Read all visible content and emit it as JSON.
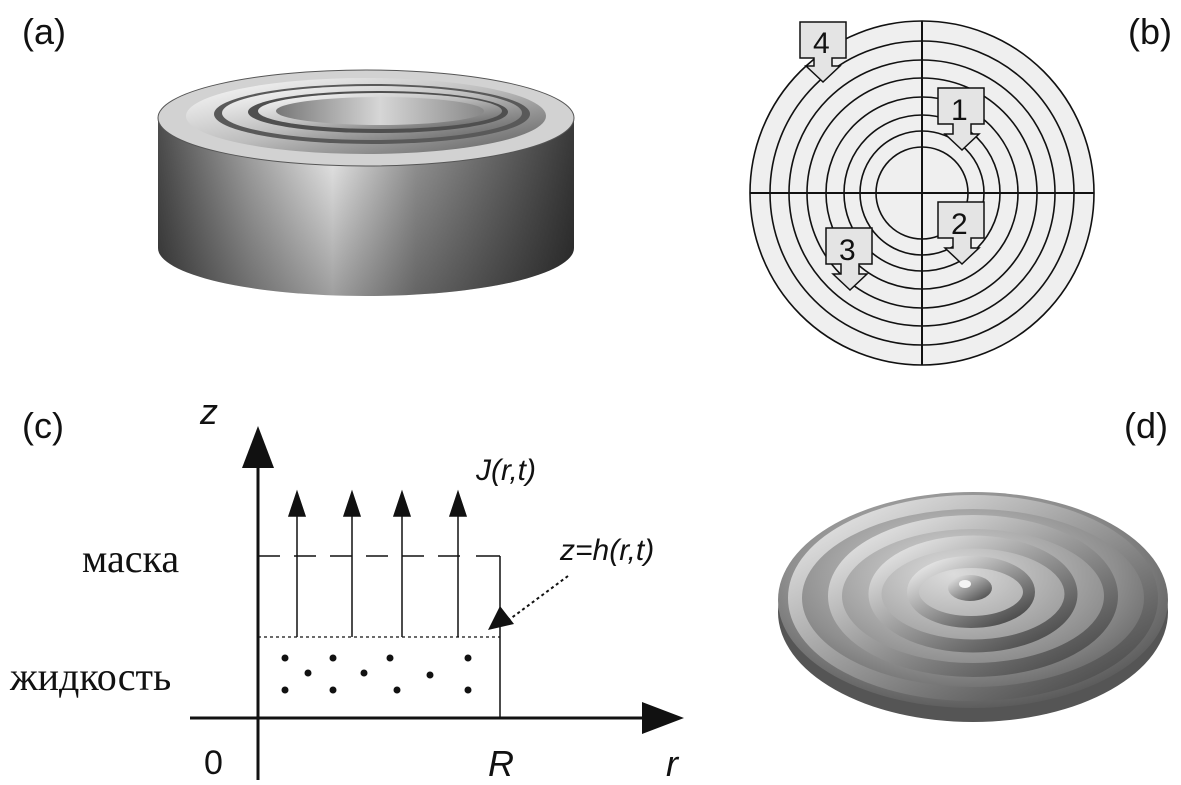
{
  "panels": {
    "a": {
      "label": "(a)"
    },
    "b": {
      "label": "(b)",
      "markers": [
        "1",
        "2",
        "3",
        "4"
      ]
    },
    "c": {
      "label": "(c)",
      "z_axis": "z",
      "r_axis": "r",
      "origin": "0",
      "R_label": "R",
      "flux_label": "J(r,t)",
      "surface_label": "z=h(r,t)",
      "mask_label": "маска",
      "liquid_label": "жидкость"
    },
    "d": {
      "label": "(d)"
    }
  },
  "colors": {
    "ink": "#111111",
    "disc_fill": "#efefef",
    "marker_fill": "#e4e4e4"
  }
}
